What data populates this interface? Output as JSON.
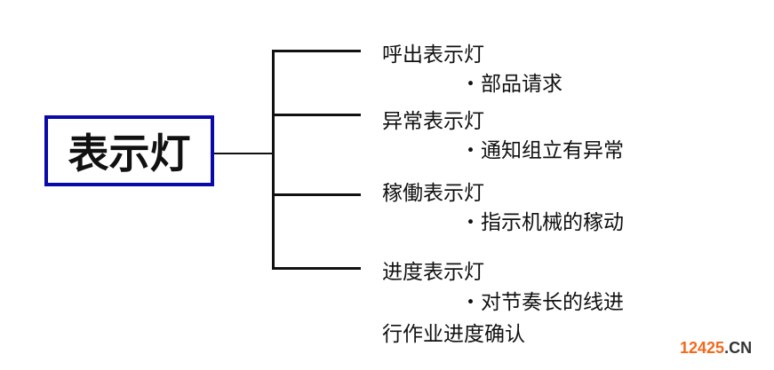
{
  "root": {
    "label": "表示灯"
  },
  "branches": [
    {
      "title": "呼出表示灯",
      "desc": "・部品请求"
    },
    {
      "title": "异常表示灯",
      "desc": "・通知组立有异常"
    },
    {
      "title": "稼働表示灯",
      "desc": "・指示机械的稼动"
    },
    {
      "title": "进度表示灯",
      "desc": "・对节奏长的线进",
      "desc2": "行作业进度确认"
    }
  ],
  "watermark": {
    "num": "12425",
    "suffix": ".CN",
    "num_color": "#f26a1b",
    "suffix_color": "#333333"
  }
}
